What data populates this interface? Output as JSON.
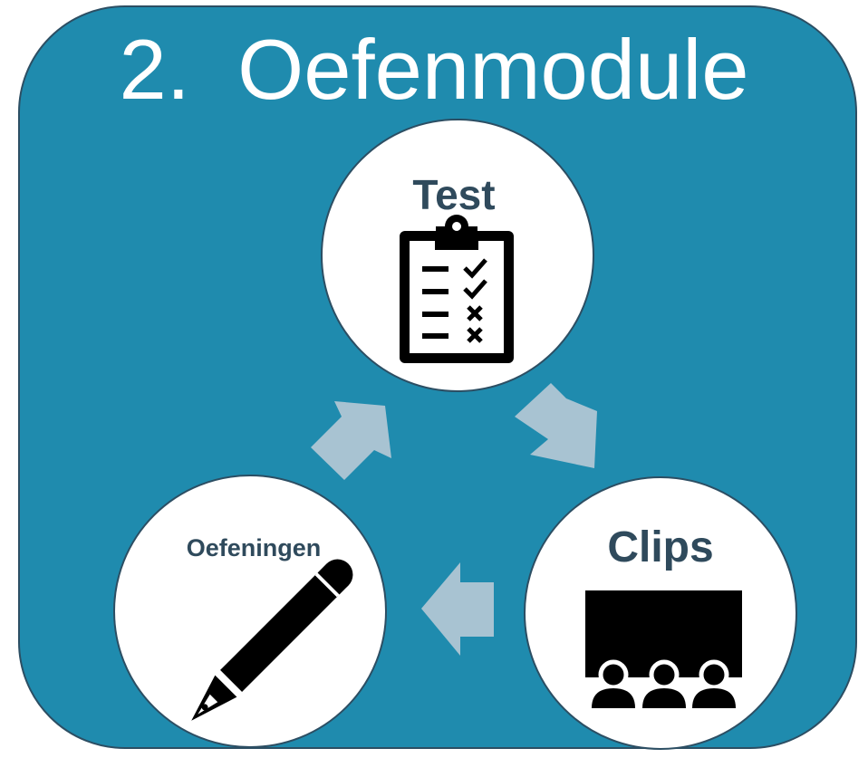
{
  "title": "2.  Oefenmodule",
  "nodes": {
    "test": {
      "label": "Test",
      "icon": "clipboard-checklist-icon"
    },
    "clips": {
      "label": "Clips",
      "icon": "cinema-audience-icon"
    },
    "oefeningen": {
      "label": "Oefeningen",
      "icon": "pencil-icon"
    }
  },
  "colors": {
    "panel": "#1f8bae",
    "panel_border": "#2c4e63",
    "circle": "#ffffff",
    "label": "#2f4a5c",
    "arrow": "#a8c3d2",
    "icon": "#000000"
  }
}
